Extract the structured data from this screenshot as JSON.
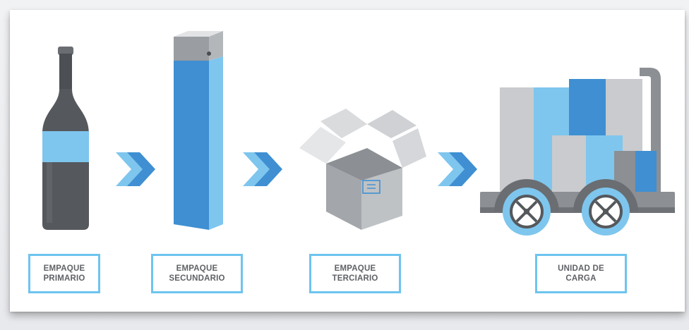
{
  "stages": [
    {
      "id": "primario",
      "label": [
        "EMPAQUE",
        "PRIMARIO"
      ]
    },
    {
      "id": "secundario",
      "label": [
        "EMPAQUE",
        "SECUNDARIO"
      ]
    },
    {
      "id": "terciario",
      "label": [
        "EMPAQUE",
        "TERCIARIO"
      ]
    },
    {
      "id": "carga",
      "label": [
        "UNIDAD DE",
        "CARGA"
      ]
    }
  ],
  "icons": {
    "primario": "wine-bottle-icon",
    "secundario": "tall-box-icon",
    "terciario": "open-carton-icon",
    "carga": "pallet-cart-icon",
    "arrow": "double-chevron-right-icon"
  },
  "colors": {
    "blue_dark": "#3f8fd2",
    "blue_light": "#7ec6ee",
    "gray_dark": "#56595d",
    "gray_mid": "#8c8f93",
    "gray_light": "#c9cbce",
    "label_border": "#6ec4ef",
    "label_text": "#5f6266"
  }
}
